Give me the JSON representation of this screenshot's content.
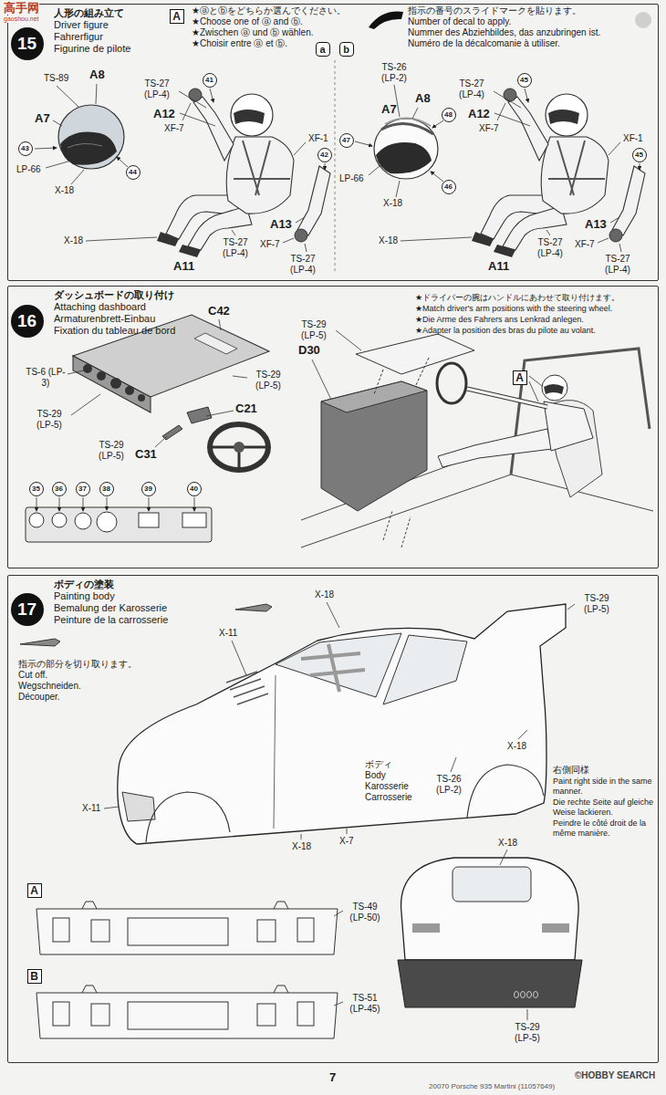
{
  "diagram": {
    "nodes": [
      {
        "text": [
          "人形の組み立て",
          "Driver figure",
          "Fahrerfigur",
          "Figurine de pilote"
        ]
      },
      {
        "text": [
          "15"
        ],
        "in": 0
      },
      {
        "text": [
          "A"
        ],
        "in": 0
      },
      {
        "text": [
          "a"
        ],
        "in": 0
      },
      {
        "text": [
          "b"
        ],
        "in": 0
      },
      {
        "text": [
          "43"
        ],
        "in": 0
      },
      {
        "text": [
          "44"
        ],
        "in": 0
      },
      {
        "text": [
          "41"
        ],
        "in": 0
      },
      {
        "text": [
          "42"
        ],
        "in": 0
      },
      {
        "text": [
          "47"
        ],
        "in": 0
      },
      {
        "text": [
          "48"
        ],
        "in": 0
      },
      {
        "text": [
          "46"
        ],
        "in": 0
      },
      {
        "text": [
          "45"
        ],
        "in": 0
      },
      {
        "text": [
          "45"
        ],
        "in": 0
      },
      {
        "text": [
          "ダッシュボードの取り付け",
          "Attaching dashboard",
          "Armaturenbrett-Einbau",
          "Fixation du tableau de bord"
        ]
      },
      {
        "text": [
          "16"
        ],
        "in": 14
      },
      {
        "text": [
          "A"
        ],
        "in": 14
      },
      {
        "text": [
          "35"
        ],
        "in": 14
      },
      {
        "text": [
          "36"
        ],
        "in": 14
      },
      {
        "text": [
          "37"
        ],
        "in": 14
      },
      {
        "text": [
          "38"
        ],
        "in": 14
      },
      {
        "text": [
          "39"
        ],
        "in": 14
      },
      {
        "text": [
          "40"
        ],
        "in": 14
      },
      {
        "text": [
          "ボディの塗装",
          "Painting body",
          "Bemalung der Karosserie",
          "Peinture de la carrosserie"
        ]
      },
      {
        "text": [
          "17"
        ],
        "in": 23
      },
      {
        "text": [
          "A"
        ],
        "in": 23
      },
      {
        "text": [
          "B"
        ],
        "in": 23
      }
    ],
    "labels": [
      "★ⓐとⓑをどちらか選んでください。",
      "★Choose one of ⓐ and ⓑ.",
      "★Zwischen ⓐ und ⓑ wählen.",
      "★Choisir entre ⓐ et ⓑ.",
      "指示の番号のスライドマークを貼ります。",
      "Number of decal to apply.",
      "Nummer des Abziehbildes, das anzubringen ist.",
      "Numéro de la décalcomanie à utiliser.",
      "TS-89",
      "A8",
      "A7",
      "LP-66",
      "X-18",
      "TS-27 (LP-4)",
      "A12",
      "XF-7",
      "XF-1",
      "X-18",
      "TS-27 (LP-4)",
      "A11",
      "XF-7",
      "A13",
      "TS-27 (LP-4)",
      "TS-26 (LP-2)",
      "A7",
      "A8",
      "LP-66",
      "X-18",
      "TS-27 (LP-4)",
      "A12",
      "XF-7",
      "XF-1",
      "X-18",
      "TS-27 (LP-4)",
      "A11",
      "XF-7",
      "A13",
      "TS-27 (LP-4)",
      "★ドライバーの腕はハンドルにあわせて取り付けます。",
      "★Match driver's arm positions with the steering wheel.",
      "★Die Arme des Fahrers ans Lenkrad anlegen.",
      "★Adapter la position des bras du pilote au volant.",
      "C42",
      "TS-6 (LP-3)",
      "TS-29 (LP-5)",
      "C21",
      "TS-29 (LP-5)",
      "TS-29 (LP-5)",
      "C31",
      "TS-29 (LP-5)",
      "D30",
      "指示の部分を切り取ります。",
      "Cut off.",
      "Wegschneiden.",
      "Découper.",
      "X-18",
      "X-11",
      "TS-29 (LP-5)",
      "X-11",
      "X-18",
      "X-7",
      "X-18",
      "TS-26 (LP-2)",
      "ボディ",
      "Body",
      "Karosserie",
      "Carrosserie",
      "右側同様",
      "Paint right side in the same manner.",
      "Die rechte Seite auf gleiche Weise lackieren.",
      "Peindre le côté droit de la même manière.",
      "X-18",
      "TS-49 (LP-50)",
      "TS-51 (LP-45)",
      "TS-29 (LP-5)",
      "7",
      "20070 Porsche 935 Martini (11057649)",
      "©HOBBY SEARCH",
      "高手网",
      "gaoshou.net"
    ]
  }
}
